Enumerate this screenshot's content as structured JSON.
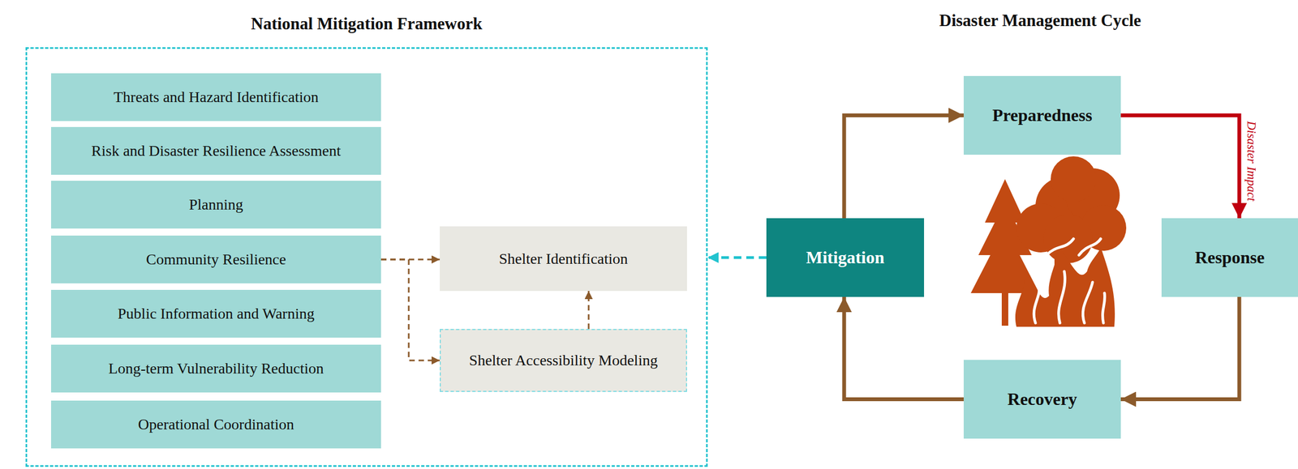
{
  "diagram": {
    "nodes": [
      {
        "text": [
          "National Mitigation Framework"
        ]
      },
      {
        "text": [
          "Threats and Hazard Identification"
        ],
        "in": 0
      },
      {
        "text": [
          "Risk and Disaster Resilience Assessment"
        ],
        "in": 0
      },
      {
        "text": [
          "Planning"
        ],
        "in": 0
      },
      {
        "text": [
          "Community Resilience"
        ],
        "in": 0
      },
      {
        "text": [
          "Public Information and Warning"
        ],
        "in": 0
      },
      {
        "text": [
          "Long-term Vulnerability Reduction"
        ],
        "in": 0
      },
      {
        "text": [
          "Operational Coordination"
        ],
        "in": 0
      },
      {
        "text": [
          "Shelter Identification"
        ],
        "in": 0
      },
      {
        "text": [
          "Shelter Accessibility Modeling"
        ],
        "in": 0
      },
      {
        "text": [
          "Preparedness"
        ]
      },
      {
        "text": [
          "Mitigation"
        ]
      },
      {
        "text": [
          "Response"
        ]
      },
      {
        "text": [
          "Recovery"
        ]
      }
    ],
    "edges": [
      {
        "from": 4,
        "to": 8,
        "arrow": "to"
      },
      {
        "from": 4,
        "to": 9,
        "arrow": "to"
      },
      {
        "from": 9,
        "to": 8,
        "arrow": "to"
      },
      {
        "from": 11,
        "to": 0,
        "arrow": "to"
      },
      {
        "from": 11,
        "to": 10,
        "arrow": "to"
      },
      {
        "from": 10,
        "to": 12,
        "label": "Disaster Impact",
        "arrow": "to"
      },
      {
        "from": 12,
        "to": 13,
        "arrow": "to"
      },
      {
        "from": 13,
        "to": 11,
        "arrow": "to"
      }
    ],
    "labels": [
      "Disaster Management Cycle"
    ]
  }
}
